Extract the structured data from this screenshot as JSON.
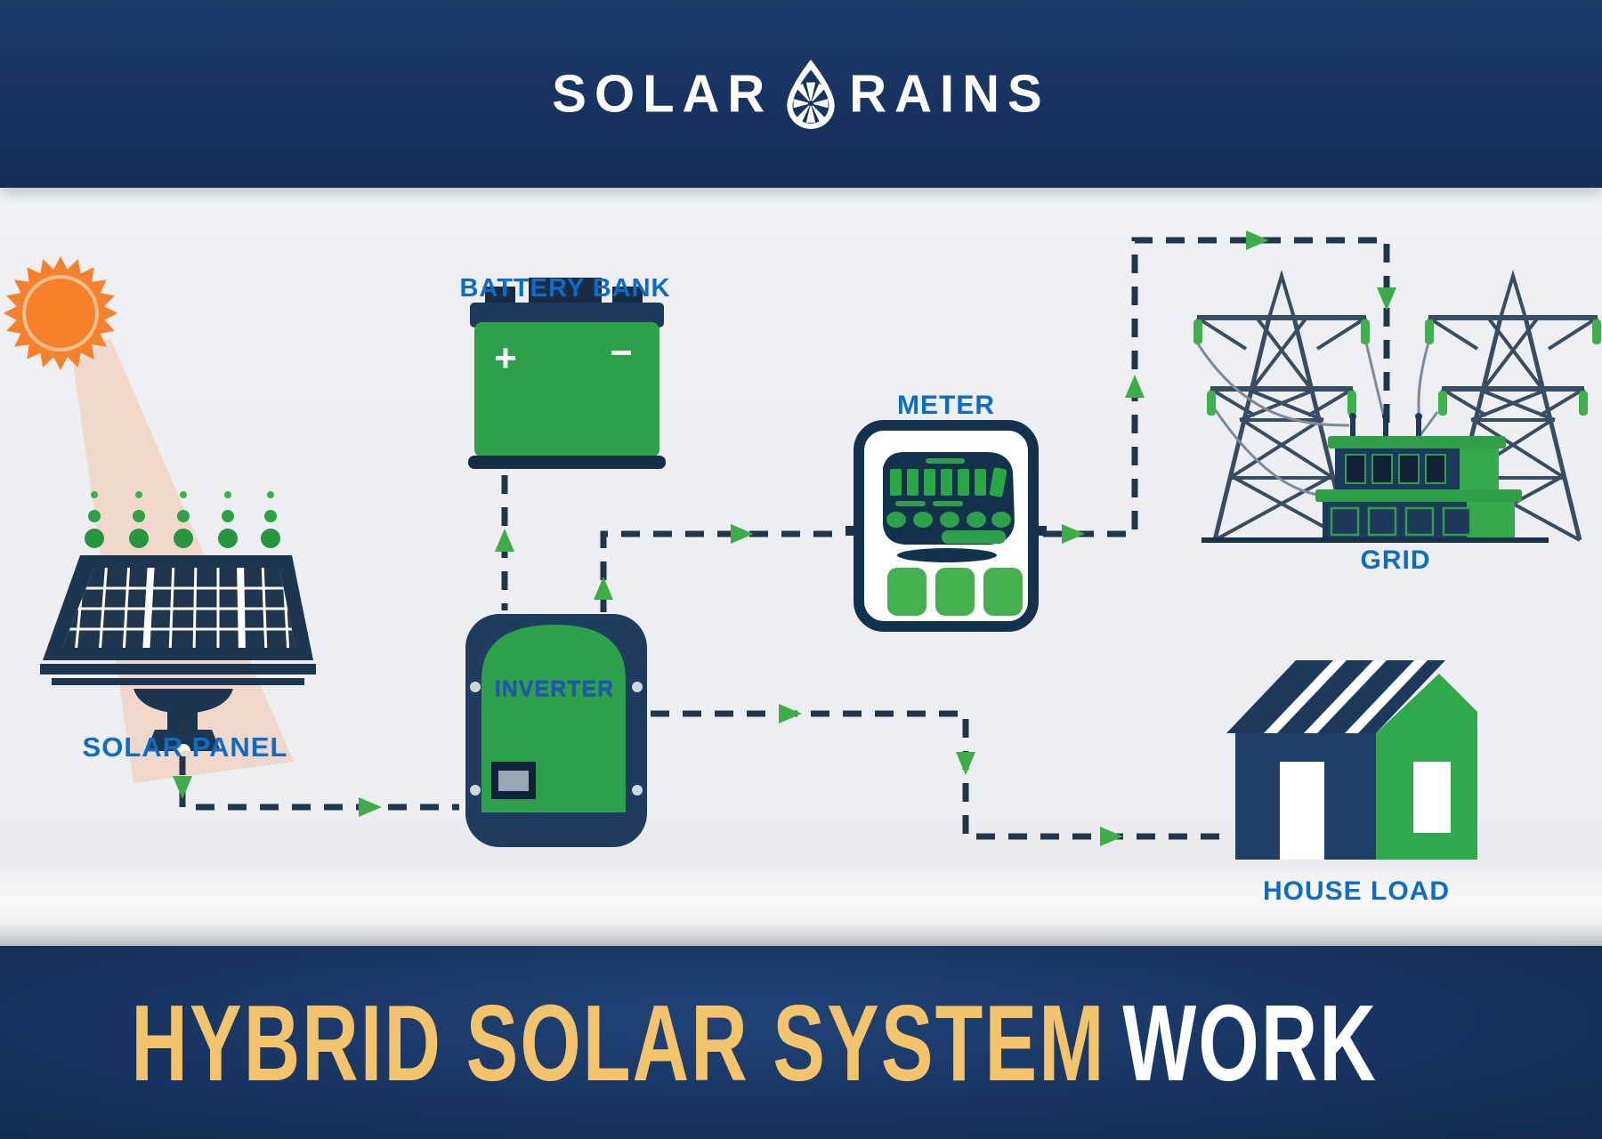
{
  "header": {
    "logo_left": "SOLAR",
    "logo_right": "RAINS",
    "logo_icon": "raindrop-sunburst-icon"
  },
  "diagram": {
    "labels": {
      "solar_panel": "SOLAR PANEL",
      "battery_bank": "BATTERY BANK",
      "inverter": "INVERTER",
      "meter": "METER",
      "grid": "GRID",
      "house_load": "HOUSE LOAD"
    },
    "battery": {
      "plus": "+",
      "minus": "−"
    },
    "icons": [
      "sun-icon",
      "sunbeam",
      "sunlight-arrows",
      "solar-panel-icon",
      "battery-icon",
      "inverter-icon",
      "meter-icon",
      "pylon-icon",
      "transformer-icon",
      "house-icon"
    ],
    "flows": [
      "solar-panel-to-inverter",
      "battery-to-inverter",
      "inverter-to-meter",
      "meter-to-grid",
      "inverter-to-house"
    ]
  },
  "banner": {
    "title_highlight": "HYBRID SOLAR SYSTEM",
    "title_rest": "WORK"
  },
  "colors": {
    "header_navy": "#173361",
    "banner_navy": "#17335f",
    "gold": "#f3c469",
    "green": "#2da149",
    "green_bright": "#3cb24b",
    "component_navy": "#1d3a5c",
    "label_blue": "#0c6cc8",
    "dashed_line": "#22364a",
    "sun_orange": "#f5822a",
    "background": "#edeff2"
  }
}
